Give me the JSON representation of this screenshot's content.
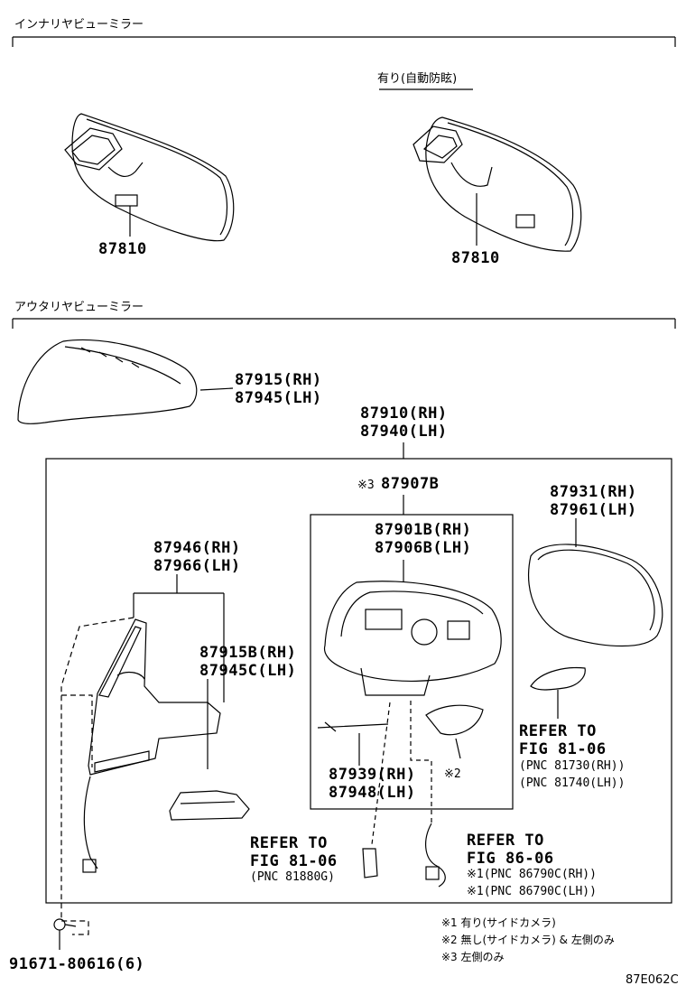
{
  "sections": {
    "inner_mirror": "インナリヤビューミラー",
    "outer_mirror": "アウタリヤビューミラー"
  },
  "inner": {
    "variant_label": "有り(自動防眩)",
    "part_left": "87810",
    "part_right": "87810"
  },
  "outer": {
    "cover_rh": "87915(RH)",
    "cover_lh": "87945(LH)",
    "assy_rh": "87910(RH)",
    "assy_lh": "87940(LH)",
    "mark_3": "※3",
    "part_87907b": "87907B",
    "mirror_rh": "87931(RH)",
    "mirror_lh": "87961(LH)",
    "housing_rh": "87901B(RH)",
    "housing_lh": "87906B(LH)",
    "bracket_rh": "87946(RH)",
    "bracket_lh": "87966(LH)",
    "cover_b_rh": "87915B(RH)",
    "cover_c_lh": "87945C(LH)",
    "lamp_rh": "87939(RH)",
    "lamp_lh": "87948(LH)",
    "mark_2": "※2",
    "ref_8106_right": {
      "line1": "REFER TO",
      "line2": "FIG 81-06",
      "line3": "(PNC 81730(RH))",
      "line4": "(PNC 81740(LH))"
    },
    "ref_8106_bottom": {
      "line1": "REFER TO",
      "line2": "FIG 81-06",
      "line3": "(PNC 81880G)"
    },
    "ref_8606": {
      "line1": "REFER TO",
      "line2": "FIG 86-06",
      "line3": "※1(PNC 86790C(RH))",
      "line4": "※1(PNC 86790C(LH))"
    },
    "screw": "91671-80616(6)"
  },
  "notes": [
    "※1 有り(サイドカメラ)",
    "※2 無し(サイドカメラ) & 左側のみ",
    "※3 左側のみ"
  ],
  "figure_code": "87E062C"
}
